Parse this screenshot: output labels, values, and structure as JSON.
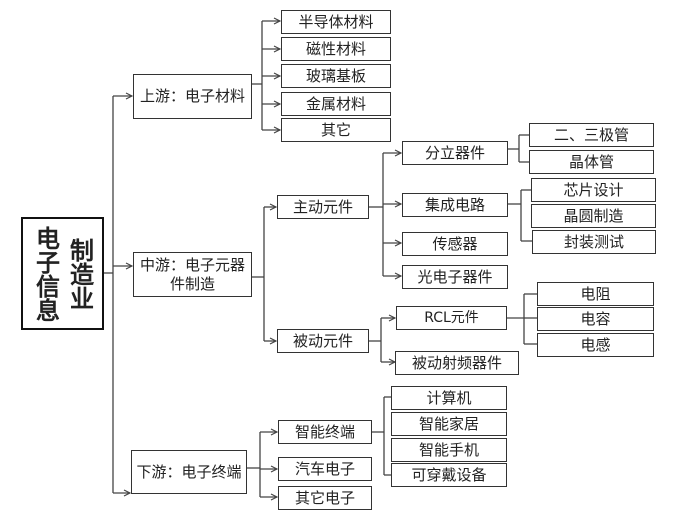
{
  "root": {
    "line1": "电子信息",
    "line2": "制造业"
  },
  "upstream": {
    "label": "上游：电子材料",
    "children": [
      "半导体材料",
      "磁性材料",
      "玻璃基板",
      "金属材料",
      "其它"
    ]
  },
  "midstream": {
    "label": "中游：电子元器件制造",
    "active": {
      "label": "主动元件",
      "discrete": {
        "label": "分立器件",
        "children": [
          "二、三极管",
          "晶体管"
        ]
      },
      "ic": {
        "label": "集成电路",
        "children": [
          "芯片设计",
          "晶圆制造",
          "封装测试"
        ]
      },
      "sensor": "传感器",
      "optoelectronic": "光电子器件"
    },
    "passive": {
      "label": "被动元件",
      "rcl": {
        "label": "RCL元件",
        "children": [
          "电阻",
          "电容",
          "电感"
        ]
      },
      "rf": "被动射频器件"
    }
  },
  "downstream": {
    "label": "下游：电子终端",
    "smart": {
      "label": "智能终端",
      "children": [
        "计算机",
        "智能家居",
        "智能手机",
        "可穿戴设备"
      ]
    },
    "auto": "汽车电子",
    "other": "其它电子"
  }
}
